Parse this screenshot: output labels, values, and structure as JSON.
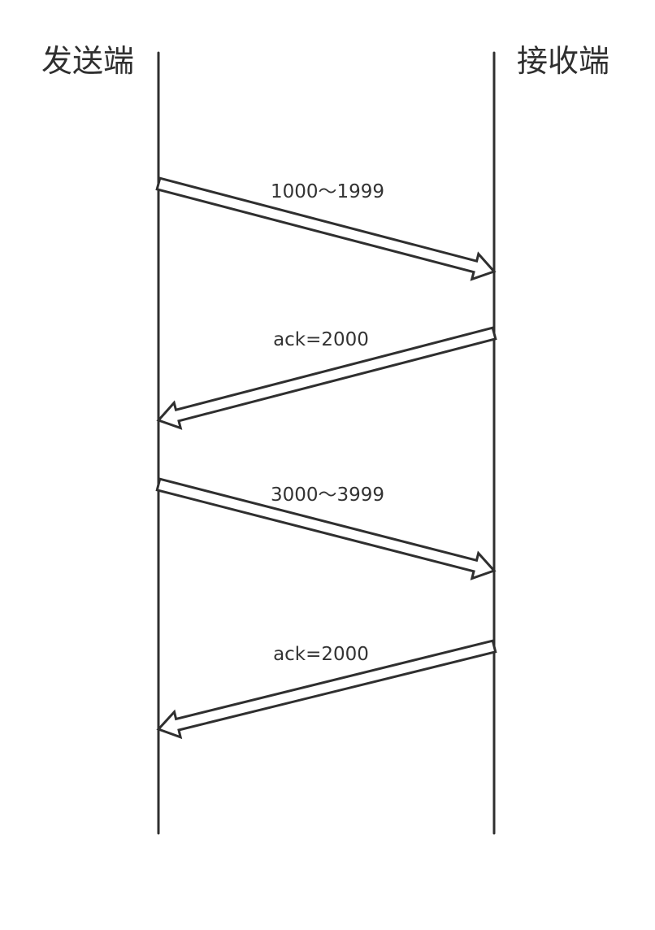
{
  "diagram": {
    "type": "sequence",
    "participants": [
      {
        "name": "发送端"
      },
      {
        "name": "接收端"
      }
    ],
    "messages": [
      {
        "from": "发送端",
        "to": "接收端",
        "label": "1000～1999"
      },
      {
        "from": "接收端",
        "to": "发送端",
        "label": "ack=2000"
      },
      {
        "from": "发送端",
        "to": "接收端",
        "label": "3000～3999"
      },
      {
        "from": "接收端",
        "to": "发送端",
        "label": "ack=2000"
      }
    ]
  },
  "colors": {
    "line": "#2f2f2f",
    "text": "#333333",
    "background": "#ffffff"
  }
}
